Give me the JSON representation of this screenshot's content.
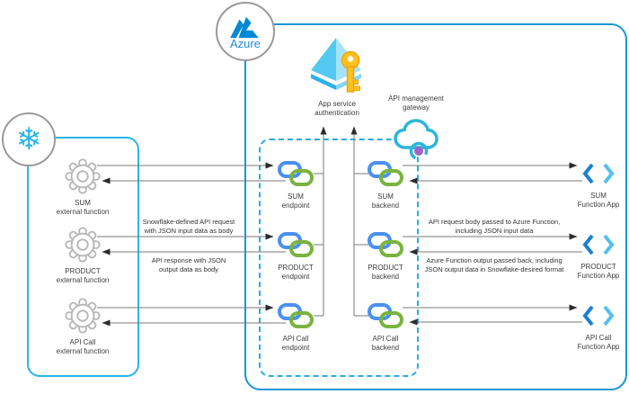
{
  "azure": {
    "badge_label": "Azure",
    "app_service_auth_label": "App service\nauthentication",
    "api_gateway_label": "API management\ngateway",
    "endpoints": [
      "SUM\nendpoint",
      "PRODUCT\nendpoint",
      "API Call\nendpoint"
    ],
    "backends": [
      "SUM\nbackend",
      "PRODUCT\nbackend",
      "API Call\nbackend"
    ],
    "function_apps": [
      "SUM\nFunction App",
      "PRODUCT\nFunction App",
      "API Call\nFunction App"
    ]
  },
  "snowflake": {
    "external_functions": [
      "SUM\nexternal function",
      "PRODUCT\nexternal function",
      "API Call\nexternal function"
    ]
  },
  "edge_labels": {
    "snowflake_request": "Snowflake-defined API request\nwith JSON input data as body",
    "snowflake_response": "API response with JSON\noutput data as body",
    "function_request": "API request body passed to Azure Function,\nincluding JSON input data",
    "function_response": "Azure Function output passed back, including\nJSON output data in Snowflake-desired format"
  },
  "icons": {
    "snowflake-icon": "unicode snowflake ❄",
    "azure-logo-icon": "blue angular A mark",
    "gear-icon": "gray outline cog",
    "link-icon": "blue and green interlocked chain links",
    "function-app-icon": "angle brackets with lightning bolt",
    "app-service-auth-icon": "blue pyramid with gold key",
    "api-gateway-icon": "cyan cloud with purple dot"
  },
  "colors": {
    "snowflake_accent": "#29b5e8",
    "azure_box_border": "#1697d4",
    "dashed_border": "#29abe2",
    "azure_text_blue": "#1e88d8",
    "azure_logo_blue": "#0089d6",
    "connector_gray": "#7a7a7a",
    "arrowhead": "#2b2b2b",
    "link_blue": "#4a90f0",
    "link_green": "#7ab33e",
    "bolt_orange": "#f57c00",
    "bolt_yellow": "#ffb300",
    "key_gold": "#ffc21d",
    "cloud_cyan": "#2ab6da",
    "gateway_purple": "#a262c5",
    "gear_gray": "#b8b8b8"
  }
}
